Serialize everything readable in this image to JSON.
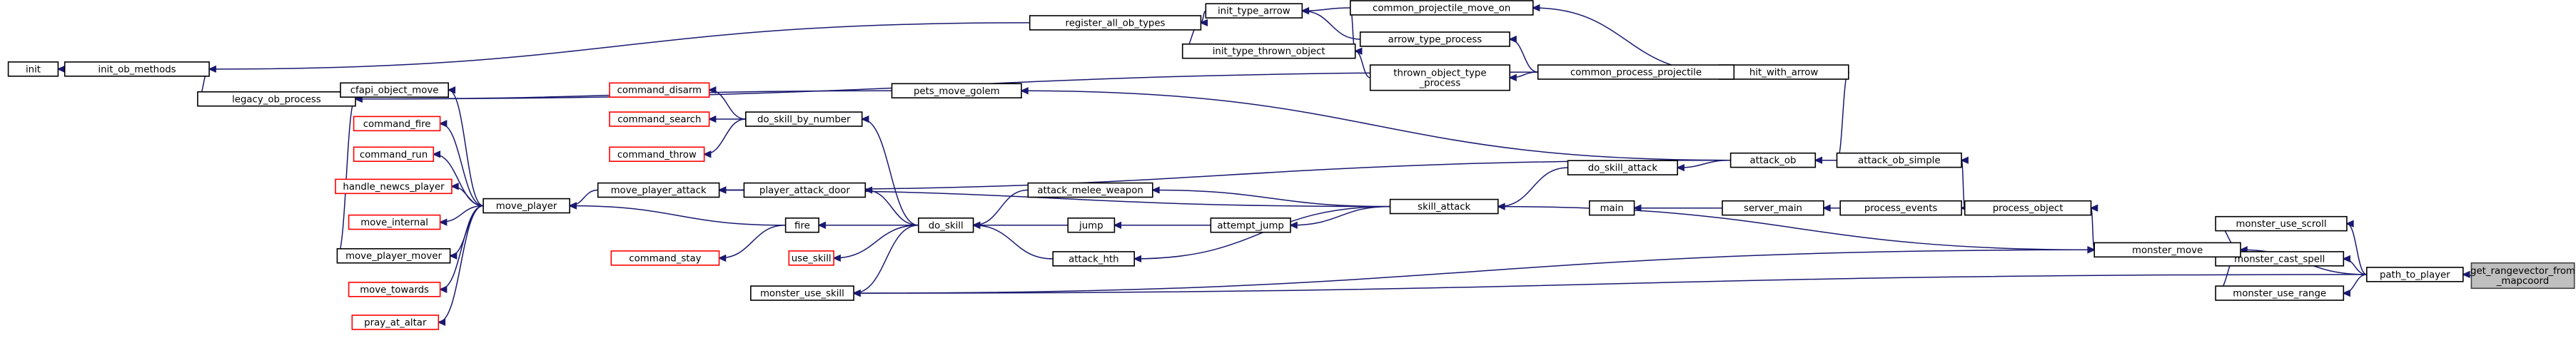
{
  "diagram": {
    "type": "call-graph",
    "colors": {
      "edge": "#191970",
      "node_border": "#000000",
      "external_node_border": "#ff0000",
      "focus_node_fill": "#bfbfbf"
    },
    "nodes": [
      {
        "id": "get_rangevector",
        "lines": [
          "get_rangevector_from",
          "_mapcoord"
        ],
        "style": "focus"
      },
      {
        "id": "path_to_player",
        "lines": [
          "path_to_player"
        ]
      },
      {
        "id": "monster_use_scroll",
        "lines": [
          "monster_use_scroll"
        ]
      },
      {
        "id": "monster_cast_spell",
        "lines": [
          "monster_cast_spell"
        ]
      },
      {
        "id": "monster_use_range",
        "lines": [
          "monster_use_range"
        ]
      },
      {
        "id": "monster_move",
        "lines": [
          "monster_move"
        ]
      },
      {
        "id": "process_object",
        "lines": [
          "process_object"
        ]
      },
      {
        "id": "process_events",
        "lines": [
          "process_events"
        ]
      },
      {
        "id": "server_main",
        "lines": [
          "server_main"
        ]
      },
      {
        "id": "main",
        "lines": [
          "main"
        ]
      },
      {
        "id": "attack_ob_simple",
        "lines": [
          "attack_ob_simple"
        ]
      },
      {
        "id": "attack_ob",
        "lines": [
          "attack_ob"
        ]
      },
      {
        "id": "hit_with_arrow",
        "lines": [
          "hit_with_arrow"
        ]
      },
      {
        "id": "do_skill_attack",
        "lines": [
          "do_skill_attack"
        ]
      },
      {
        "id": "skill_attack",
        "lines": [
          "skill_attack"
        ]
      },
      {
        "id": "common_process_projectile",
        "lines": [
          "common_process_projectile"
        ]
      },
      {
        "id": "common_projectile_move_on",
        "lines": [
          "common_projectile_move_on"
        ]
      },
      {
        "id": "arrow_type_process",
        "lines": [
          "arrow_type_process"
        ]
      },
      {
        "id": "thrown_object_type_process",
        "lines": [
          "thrown_object_type",
          "_process"
        ]
      },
      {
        "id": "init_type_arrow",
        "lines": [
          "init_type_arrow"
        ]
      },
      {
        "id": "init_type_thrown_object",
        "lines": [
          "init_type_thrown_object"
        ]
      },
      {
        "id": "register_all_ob_types",
        "lines": [
          "register_all_ob_types"
        ]
      },
      {
        "id": "init_ob_methods",
        "lines": [
          "init_ob_methods"
        ]
      },
      {
        "id": "init",
        "lines": [
          "init"
        ]
      },
      {
        "id": "legacy_ob_process",
        "lines": [
          "legacy_ob_process"
        ]
      },
      {
        "id": "pets_move_golem",
        "lines": [
          "pets_move_golem"
        ]
      },
      {
        "id": "attack_melee_weapon",
        "lines": [
          "attack_melee_weapon"
        ]
      },
      {
        "id": "attempt_jump",
        "lines": [
          "attempt_jump"
        ]
      },
      {
        "id": "jump",
        "lines": [
          "jump"
        ]
      },
      {
        "id": "attack_hth",
        "lines": [
          "attack_hth"
        ]
      },
      {
        "id": "do_skill",
        "lines": [
          "do_skill"
        ]
      },
      {
        "id": "monster_use_skill",
        "lines": [
          "monster_use_skill"
        ]
      },
      {
        "id": "use_skill",
        "lines": [
          "use_skill"
        ],
        "style": "external"
      },
      {
        "id": "fire",
        "lines": [
          "fire"
        ]
      },
      {
        "id": "command_stay",
        "lines": [
          "command_stay"
        ],
        "style": "external"
      },
      {
        "id": "player_attack_door",
        "lines": [
          "player_attack_door"
        ]
      },
      {
        "id": "move_player_attack",
        "lines": [
          "move_player_attack"
        ]
      },
      {
        "id": "move_player",
        "lines": [
          "move_player"
        ]
      },
      {
        "id": "do_skill_by_number",
        "lines": [
          "do_skill_by_number"
        ]
      },
      {
        "id": "command_disarm",
        "lines": [
          "command_disarm"
        ],
        "style": "external"
      },
      {
        "id": "command_search",
        "lines": [
          "command_search"
        ],
        "style": "external"
      },
      {
        "id": "command_throw",
        "lines": [
          "command_throw"
        ],
        "style": "external"
      },
      {
        "id": "cfapi_object_move",
        "lines": [
          "cfapi_object_move"
        ]
      },
      {
        "id": "command_fire",
        "lines": [
          "command_fire"
        ],
        "style": "external"
      },
      {
        "id": "command_run",
        "lines": [
          "command_run"
        ],
        "style": "external"
      },
      {
        "id": "handle_newcs_player",
        "lines": [
          "handle_newcs_player"
        ],
        "style": "external"
      },
      {
        "id": "move_internal",
        "lines": [
          "move_internal"
        ],
        "style": "external"
      },
      {
        "id": "move_player_mover",
        "lines": [
          "move_player_mover"
        ]
      },
      {
        "id": "move_towards",
        "lines": [
          "move_towards"
        ],
        "style": "external"
      },
      {
        "id": "pray_at_altar",
        "lines": [
          "pray_at_altar"
        ],
        "style": "external"
      }
    ],
    "edges": [
      [
        "path_to_player",
        "get_rangevector"
      ],
      [
        "monster_use_scroll",
        "path_to_player"
      ],
      [
        "monster_cast_spell",
        "path_to_player"
      ],
      [
        "monster_use_range",
        "path_to_player"
      ],
      [
        "monster_move",
        "path_to_player"
      ],
      [
        "monster_move",
        "monster_use_scroll"
      ],
      [
        "monster_move",
        "monster_cast_spell"
      ],
      [
        "monster_move",
        "monster_use_range"
      ],
      [
        "monster_use_skill",
        "path_to_player"
      ],
      [
        "monster_move",
        "monster_use_skill"
      ],
      [
        "monster_move",
        "skill_attack"
      ],
      [
        "process_object",
        "monster_move"
      ],
      [
        "process_events",
        "process_object"
      ],
      [
        "server_main",
        "process_events"
      ],
      [
        "main",
        "server_main"
      ],
      [
        "attack_ob_simple",
        "process_object"
      ],
      [
        "attack_ob",
        "attack_ob_simple"
      ],
      [
        "hit_with_arrow",
        "attack_ob_simple"
      ],
      [
        "common_process_projectile",
        "hit_with_arrow"
      ],
      [
        "common_projectile_move_on",
        "hit_with_arrow"
      ],
      [
        "arrow_type_process",
        "common_process_projectile"
      ],
      [
        "thrown_object_type_process",
        "common_process_projectile"
      ],
      [
        "init_type_arrow",
        "common_projectile_move_on"
      ],
      [
        "init_type_arrow",
        "arrow_type_process"
      ],
      [
        "init_type_thrown_object",
        "common_projectile_move_on"
      ],
      [
        "init_type_thrown_object",
        "thrown_object_type_process"
      ],
      [
        "register_all_ob_types",
        "init_type_arrow"
      ],
      [
        "register_all_ob_types",
        "init_type_thrown_object"
      ],
      [
        "init_ob_methods",
        "register_all_ob_types"
      ],
      [
        "init",
        "init_ob_methods"
      ],
      [
        "legacy_ob_process",
        "common_process_projectile"
      ],
      [
        "init_ob_methods",
        "legacy_ob_process"
      ],
      [
        "do_skill_attack",
        "attack_ob"
      ],
      [
        "skill_attack",
        "do_skill_attack"
      ],
      [
        "pets_move_golem",
        "attack_ob"
      ],
      [
        "move_player_attack",
        "attack_ob"
      ],
      [
        "legacy_ob_process",
        "pets_move_golem"
      ],
      [
        "attack_melee_weapon",
        "skill_attack"
      ],
      [
        "attempt_jump",
        "skill_attack"
      ],
      [
        "attack_hth",
        "skill_attack"
      ],
      [
        "move_player_attack",
        "skill_attack"
      ],
      [
        "do_skill",
        "attack_melee_weapon"
      ],
      [
        "do_skill",
        "jump"
      ],
      [
        "jump",
        "attempt_jump"
      ],
      [
        "do_skill",
        "attack_hth"
      ],
      [
        "monster_use_skill",
        "do_skill"
      ],
      [
        "use_skill",
        "do_skill"
      ],
      [
        "fire",
        "do_skill"
      ],
      [
        "command_stay",
        "fire"
      ],
      [
        "player_attack_door",
        "do_skill"
      ],
      [
        "do_skill_by_number",
        "do_skill"
      ],
      [
        "move_player_attack",
        "player_attack_door"
      ],
      [
        "move_player",
        "move_player_attack"
      ],
      [
        "move_player",
        "fire"
      ],
      [
        "command_disarm",
        "do_skill_by_number"
      ],
      [
        "command_search",
        "do_skill_by_number"
      ],
      [
        "command_throw",
        "do_skill_by_number"
      ],
      [
        "cfapi_object_move",
        "move_player"
      ],
      [
        "command_fire",
        "move_player"
      ],
      [
        "command_run",
        "move_player"
      ],
      [
        "handle_newcs_player",
        "move_player"
      ],
      [
        "move_internal",
        "move_player"
      ],
      [
        "move_player_mover",
        "move_player"
      ],
      [
        "move_towards",
        "move_player"
      ],
      [
        "pray_at_altar",
        "move_player"
      ],
      [
        "legacy_ob_process",
        "move_player_mover"
      ]
    ]
  }
}
